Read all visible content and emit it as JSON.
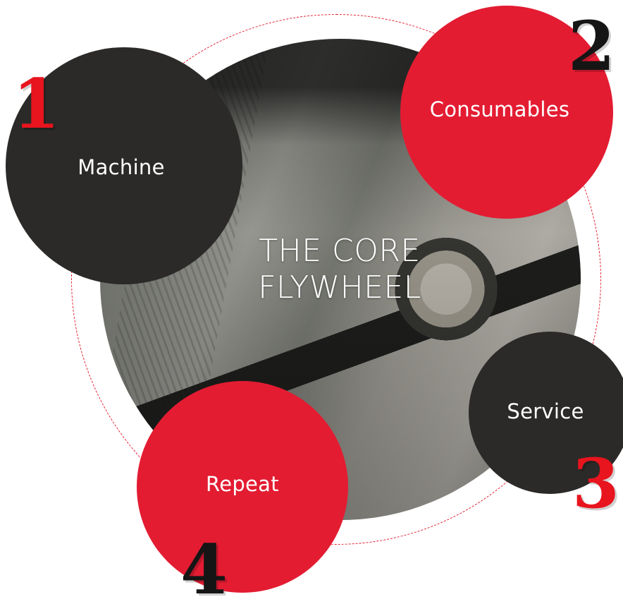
{
  "diagram": {
    "center": {
      "title_line1": "THE CORE",
      "title_line2": "FLYWHEEL"
    },
    "nodes": [
      {
        "number": "1",
        "label": "Machine",
        "color": "#2b2a28",
        "number_color": "#e8141e"
      },
      {
        "number": "2",
        "label": "Consumables",
        "color": "#e31c32",
        "number_color": "#151515"
      },
      {
        "number": "3",
        "label": "Service",
        "color": "#2b2a28",
        "number_color": "#e8141e"
      },
      {
        "number": "4",
        "label": "Repeat",
        "color": "#e31c32",
        "number_color": "#151515"
      }
    ],
    "ring_color": "#e31c2e"
  }
}
